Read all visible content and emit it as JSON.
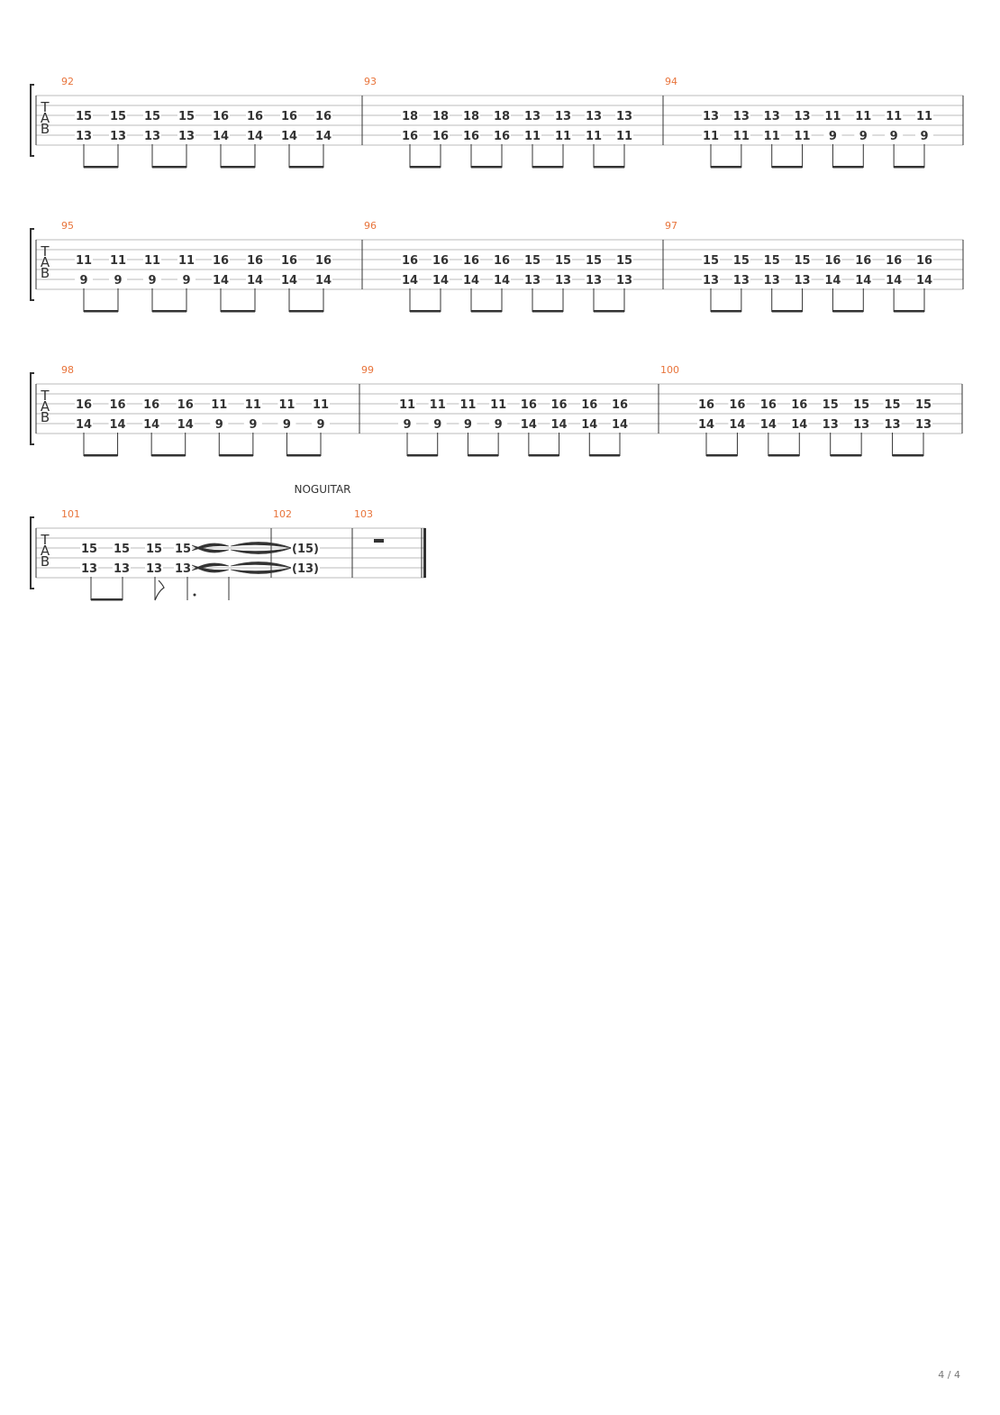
{
  "document": {
    "type": "guitar-tablature",
    "page_number": "4 / 4",
    "tab_clef": [
      "T",
      "A",
      "B"
    ],
    "annotations": [
      {
        "text": "NOGUITAR",
        "measure": "102"
      }
    ]
  },
  "colors": {
    "measure_number": "#e8743b",
    "staff_line": "#bbbbbb",
    "note_text": "#333333",
    "bar_line": "#333333"
  },
  "systems": [
    {
      "measures": [
        {
          "number": "92",
          "top": [
            "15",
            "15",
            "15",
            "15",
            "16",
            "16",
            "16",
            "16"
          ],
          "bottom": [
            "13",
            "13",
            "13",
            "13",
            "14",
            "14",
            "14",
            "14"
          ]
        },
        {
          "number": "93",
          "top": [
            "18",
            "18",
            "18",
            "18",
            "13",
            "13",
            "13",
            "13"
          ],
          "bottom": [
            "16",
            "16",
            "16",
            "16",
            "11",
            "11",
            "11",
            "11"
          ]
        },
        {
          "number": "94",
          "top": [
            "13",
            "13",
            "13",
            "13",
            "11",
            "11",
            "11",
            "11"
          ],
          "bottom": [
            "11",
            "11",
            "11",
            "11",
            "9",
            "9",
            "9",
            "9"
          ]
        }
      ]
    },
    {
      "measures": [
        {
          "number": "95",
          "top": [
            "11",
            "11",
            "11",
            "11",
            "16",
            "16",
            "16",
            "16"
          ],
          "bottom": [
            "9",
            "9",
            "9",
            "9",
            "14",
            "14",
            "14",
            "14"
          ]
        },
        {
          "number": "96",
          "top": [
            "16",
            "16",
            "16",
            "16",
            "15",
            "15",
            "15",
            "15"
          ],
          "bottom": [
            "14",
            "14",
            "14",
            "14",
            "13",
            "13",
            "13",
            "13"
          ]
        },
        {
          "number": "97",
          "top": [
            "15",
            "15",
            "15",
            "15",
            "16",
            "16",
            "16",
            "16"
          ],
          "bottom": [
            "13",
            "13",
            "13",
            "13",
            "14",
            "14",
            "14",
            "14"
          ]
        }
      ]
    },
    {
      "measures": [
        {
          "number": "98",
          "top": [
            "16",
            "16",
            "16",
            "16",
            "11",
            "11",
            "11",
            "11"
          ],
          "bottom": [
            "14",
            "14",
            "14",
            "14",
            "9",
            "9",
            "9",
            "9"
          ]
        },
        {
          "number": "99",
          "top": [
            "11",
            "11",
            "11",
            "11",
            "16",
            "16",
            "16",
            "16"
          ],
          "bottom": [
            "9",
            "9",
            "9",
            "9",
            "14",
            "14",
            "14",
            "14"
          ]
        },
        {
          "number": "100",
          "top": [
            "16",
            "16",
            "16",
            "16",
            "15",
            "15",
            "15",
            "15"
          ],
          "bottom": [
            "14",
            "14",
            "14",
            "14",
            "13",
            "13",
            "13",
            "13"
          ]
        }
      ]
    },
    {
      "measures": [
        {
          "number": "101",
          "top": [
            "15",
            "15",
            "15",
            "15"
          ],
          "bottom": [
            "13",
            "13",
            "13",
            "13"
          ],
          "ending": "tie-to-next"
        },
        {
          "number": "102",
          "top": [
            "(15)"
          ],
          "bottom": [
            "(13)"
          ]
        },
        {
          "number": "103",
          "top": [],
          "bottom": [],
          "rest": "whole",
          "final_barline": true
        }
      ]
    }
  ]
}
